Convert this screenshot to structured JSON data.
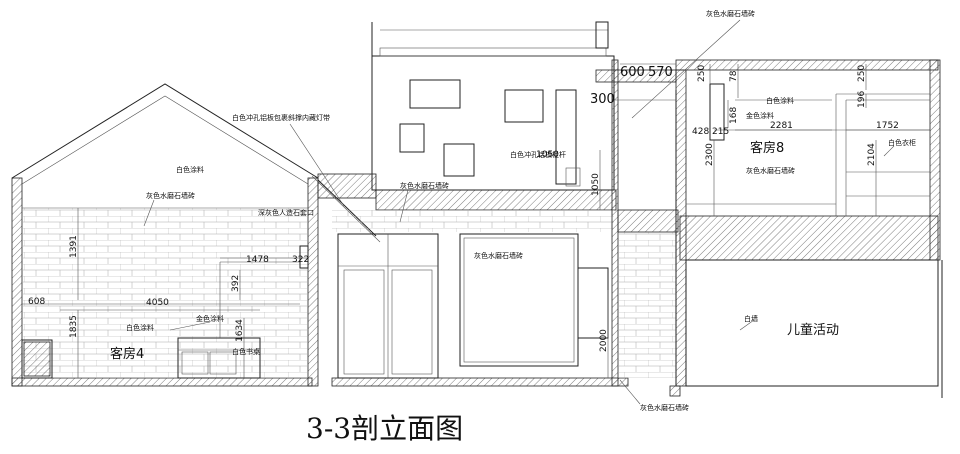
{
  "title": "3-3剖立面图",
  "rooms": {
    "guest4": "客房4",
    "guest8": "客房8",
    "kids": "儿童活动"
  },
  "labels": {
    "white_paint_roof": "白色涂料",
    "grey_terrazzo_left": "灰色水磨石墙砖",
    "punched_alu": "白色冲孔铝板包裹斜撑内藏灯带",
    "grey_person_passage": "深灰色人造石套口",
    "white_paint_low": "白色涂料",
    "gold_paint": "金色涂料",
    "white_desk": "白色书桌",
    "grey_terrazzo_mid": "灰色水磨石墙砖",
    "punched_alu_rail": "白色冲孔铝板栏杆",
    "grey_terrazzo_center": "灰色水磨石墙砖",
    "grey_terrazzo_top": "灰色水磨石墙砖",
    "white_paint_r": "白色涂料",
    "gold_paint_r": "金色涂料",
    "white_wardrobe": "白色衣柜",
    "grey_terrazzo_r": "灰色水磨石墙砖",
    "white_wall": "白墙",
    "grey_terrazzo_bottom": "灰色水磨石墙砖"
  },
  "dims": {
    "d600": "600",
    "d570": "570",
    "d300": "300",
    "d250a": "250",
    "d78": "78",
    "d250b": "250",
    "d196": "196",
    "d168": "168",
    "d428": "428",
    "d215": "215",
    "d2281": "2281",
    "d1752": "1752",
    "d2300": "2300",
    "d2104": "2104",
    "d1050": "1050",
    "d1050b": "1050",
    "d1391": "1391",
    "d1478": "1478",
    "d322": "322",
    "d392": "392",
    "d608": "608",
    "d4050": "4050",
    "d1835": "1835",
    "d1634": "1634",
    "d2000": "2000"
  }
}
